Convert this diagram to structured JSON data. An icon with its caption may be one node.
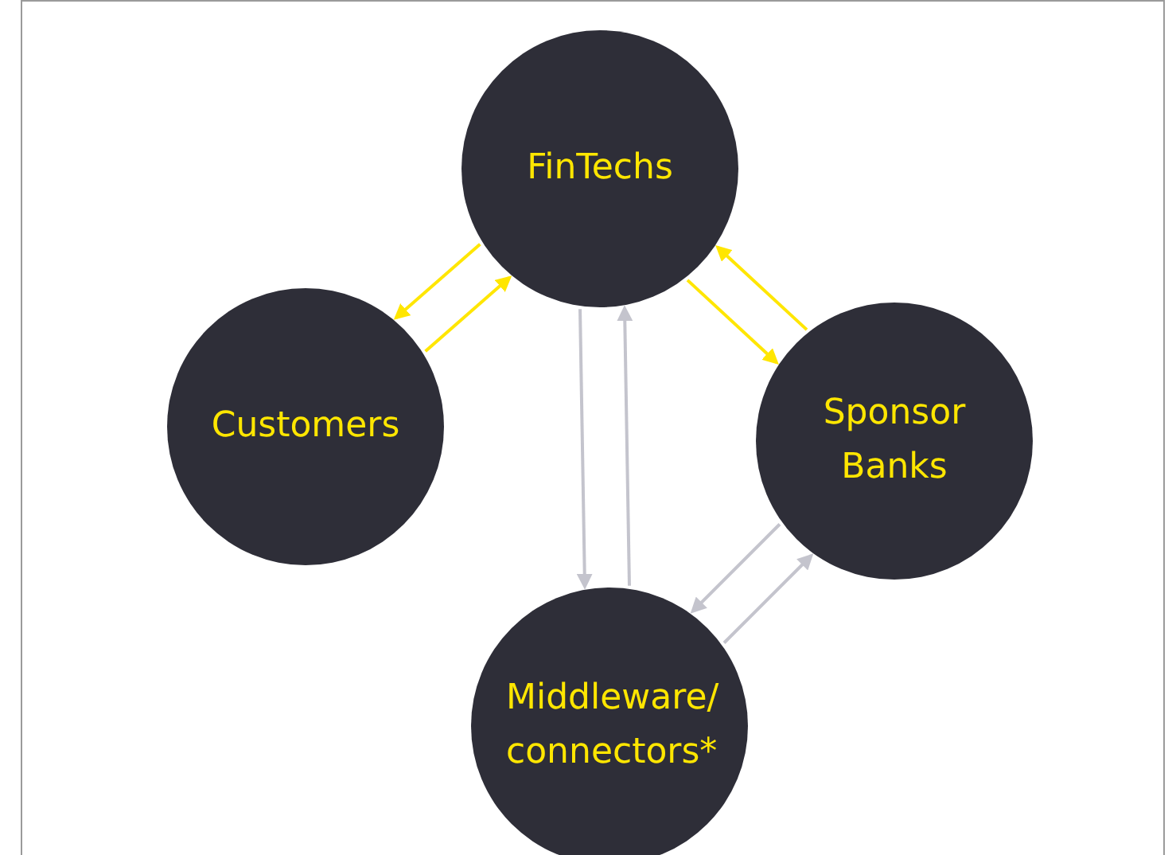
{
  "diagram": {
    "nodes": [
      {
        "text": [
          "FinTechs"
        ]
      },
      {
        "text": [
          "Customers"
        ]
      },
      {
        "text": [
          "Sponsor Banks"
        ]
      },
      {
        "text": [
          "Middleware/ connectors*"
        ]
      }
    ],
    "edges": [
      {
        "from": 0,
        "to": 1,
        "arrow": "to"
      },
      {
        "from": 1,
        "to": 0,
        "arrow": "to"
      },
      {
        "from": 2,
        "to": 0,
        "arrow": "to"
      },
      {
        "from": 0,
        "to": 2,
        "arrow": "to"
      },
      {
        "from": 0,
        "to": 3,
        "arrow": "to",
        "color": "#c4c4cd"
      },
      {
        "from": 3,
        "to": 0,
        "arrow": "to",
        "color": "#c4c4cd"
      },
      {
        "from": 2,
        "to": 3,
        "arrow": "to",
        "color": "#c4c4cd"
      },
      {
        "from": 3,
        "to": 2,
        "arrow": "to",
        "color": "#c4c4cd"
      }
    ]
  }
}
